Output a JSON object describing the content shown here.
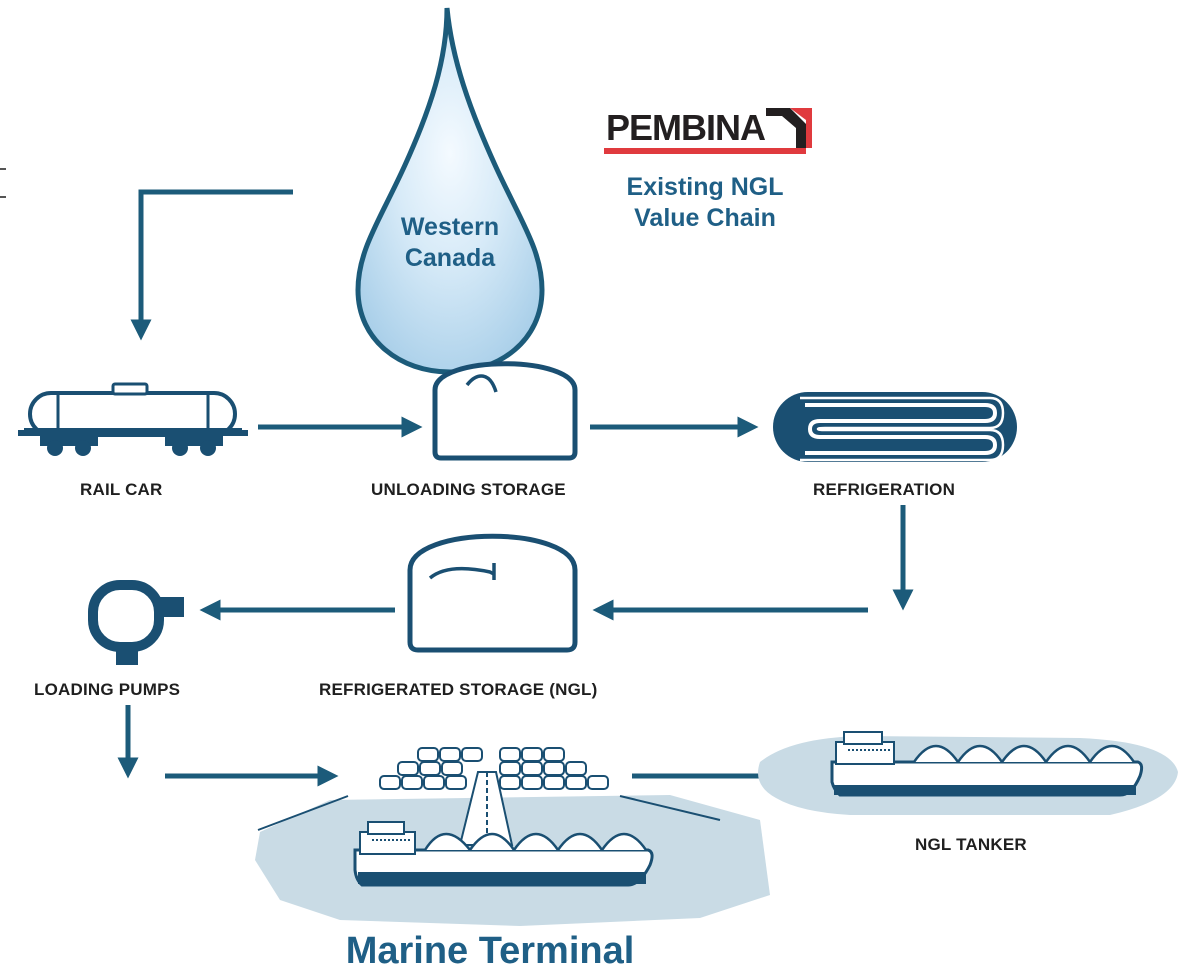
{
  "logo": {
    "text": "PEMBINA",
    "colors": {
      "text": "#231f20",
      "stripe": "#e03a3e"
    }
  },
  "caption": {
    "line1": "Existing NGL",
    "line2": "Value Chain"
  },
  "source": {
    "line1": "Western",
    "line2": "Canada"
  },
  "stages": {
    "rail_car": "RAIL CAR",
    "unloading_storage": "UNLOADING STORAGE",
    "refrigeration": "REFRIGERATION",
    "refrigerated_storage": "REFRIGERATED STORAGE (NGL)",
    "loading_pumps": "LOADING PUMPS",
    "ngl_tanker": "NGL TANKER"
  },
  "footer": {
    "title": "Marine Terminal"
  },
  "colors": {
    "flow": "#1c5b7a",
    "dark_blue": "#1a4f72",
    "water": "#c9dbe5",
    "drop_light": "#e6f2fb",
    "drop_mid": "#bcd9ef",
    "accent_text": "#1f5f86"
  }
}
